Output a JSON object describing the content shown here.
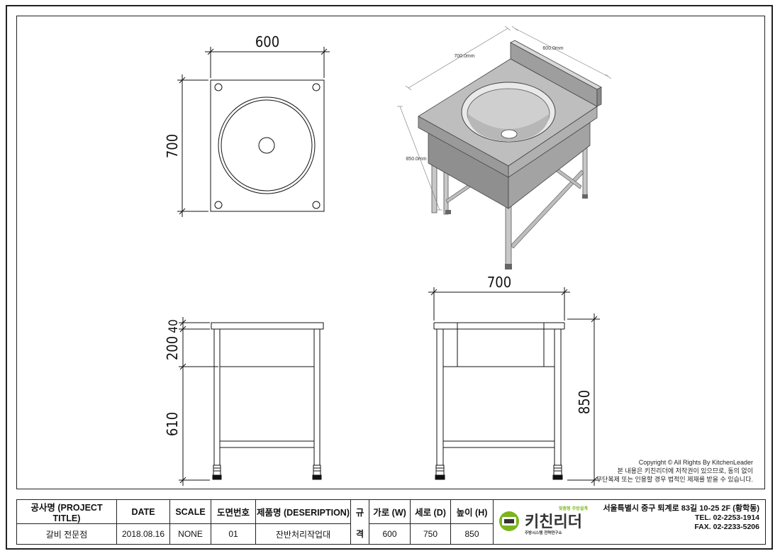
{
  "drawing": {
    "top_view": {
      "width_dim": "600",
      "depth_dim": "700"
    },
    "iso_view": {
      "width_dim": "600.0mm",
      "depth_dim": "700.0mm",
      "height_dim": "850.0mm"
    },
    "side_view": {
      "dim_top": "40",
      "dim_apron": "200",
      "dim_legs": "610"
    },
    "front_view": {
      "width_dim": "700",
      "height_dim": "850"
    },
    "copyright": {
      "line1": "Copyright © All Rights By KitchenLeader",
      "line2": "본 내용은 키친리더에 저작권이 있으므로, 동의 없이",
      "line3": "무단복제 또는 인용할 경우 법적인 제재를 받을 수 있습니다."
    }
  },
  "title_block": {
    "headers": {
      "project": "공사명 (PROJECT TITLE)",
      "date": "DATE",
      "scale": "SCALE",
      "drawing_no": "도면번호",
      "product": "제품명 (DESERIPTION)",
      "spec_top": "규",
      "spec_bottom": "격",
      "w": "가로 (W)",
      "d": "세로 (D)",
      "h": "높이 (H)"
    },
    "values": {
      "project": "갈비 전문점",
      "date": "2018.08.16",
      "scale": "NONE",
      "drawing_no": "01",
      "product": "잔반처리작업대",
      "w": "600",
      "d": "750",
      "h": "850"
    },
    "company": {
      "logo_text": "키친리더",
      "tagline": "맞춤형 주방설계",
      "subline": "주방시스템 전략연구소",
      "address": "서울특별시 중구 퇴계로 83길 10-25 2F (황학동)",
      "tel": "TEL. 02-2253-1914",
      "fax": "FAX. 02-2233-5206"
    },
    "colors": {
      "logo_green": "#7ab51d",
      "logo_dark": "#333333"
    }
  }
}
